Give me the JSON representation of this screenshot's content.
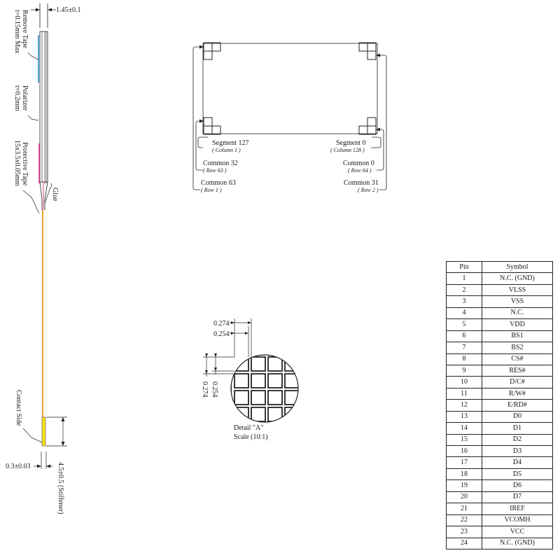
{
  "side_view": {
    "thickness": "1.45±0.1",
    "remove_tape_1": "Remove Tape",
    "remove_tape_2": "t=0.15mm Max",
    "polarizer_1": "Polarizer",
    "polarizer_2": "t=0.2mm",
    "protective_tape_1": "Protective Tape",
    "protective_tape_2": "15x3.5x0.05mm",
    "glue": "Glue",
    "contact_side": "Contact Side",
    "fpc_thickness": "0.3±0.03",
    "stiffener": "4.5±0.5 (Stiffener)"
  },
  "panel": {
    "seg127": "Segment 127",
    "col1": "( Column 1 )",
    "seg0": "Segment 0",
    "col128": "( Column 128 )",
    "com32": "Common 32",
    "row63": "( Row 63 )",
    "com0": "Common 0",
    "row64": "( Row 64 )",
    "com63": "Common 63",
    "row1": "( Row 1 )",
    "com31": "Common 31",
    "row2": "( Row 2 )"
  },
  "detail": {
    "d274": "0.274",
    "d254": "0.254",
    "title": "Detail \"A\"",
    "scale": "Scale (10:1)"
  },
  "pin_table": {
    "header_pin": "Pin",
    "header_symbol": "Symbol",
    "rows": [
      {
        "pin": "1",
        "symbol": "N.C. (GND)"
      },
      {
        "pin": "2",
        "symbol": "VLSS"
      },
      {
        "pin": "3",
        "symbol": "VSS"
      },
      {
        "pin": "4",
        "symbol": "N.C."
      },
      {
        "pin": "5",
        "symbol": "VDD"
      },
      {
        "pin": "6",
        "symbol": "BS1"
      },
      {
        "pin": "7",
        "symbol": "BS2"
      },
      {
        "pin": "8",
        "symbol": "CS#"
      },
      {
        "pin": "9",
        "symbol": "RES#"
      },
      {
        "pin": "10",
        "symbol": "D/C#"
      },
      {
        "pin": "11",
        "symbol": "R/W#"
      },
      {
        "pin": "12",
        "symbol": "E/RD#"
      },
      {
        "pin": "13",
        "symbol": "D0"
      },
      {
        "pin": "14",
        "symbol": "D1"
      },
      {
        "pin": "15",
        "symbol": "D2"
      },
      {
        "pin": "16",
        "symbol": "D3"
      },
      {
        "pin": "17",
        "symbol": "D4"
      },
      {
        "pin": "18",
        "symbol": "D5"
      },
      {
        "pin": "19",
        "symbol": "D6"
      },
      {
        "pin": "20",
        "symbol": "D7"
      },
      {
        "pin": "21",
        "symbol": "IREF"
      },
      {
        "pin": "22",
        "symbol": "VCOMH"
      },
      {
        "pin": "23",
        "symbol": "VCC"
      },
      {
        "pin": "24",
        "symbol": "N.C. (GND)"
      }
    ]
  },
  "colors": {
    "line": "#222222",
    "fpc": "#f0a020",
    "polarizer": "#4aa8e0",
    "protective_tape": "#e0408a",
    "contact": "#f5e21a"
  }
}
